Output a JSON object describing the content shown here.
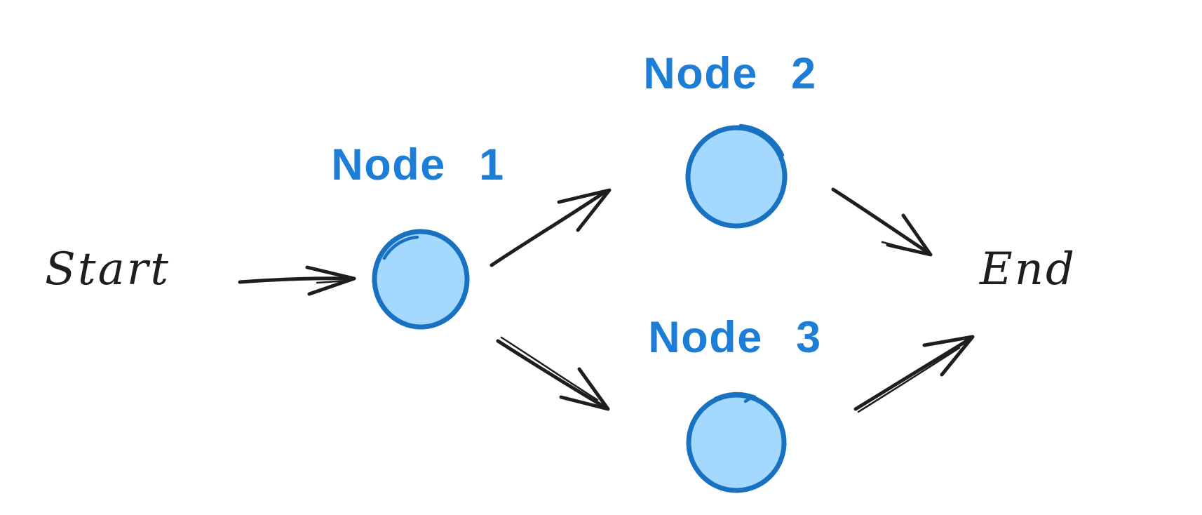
{
  "diagram": {
    "background_color": "#ffffff",
    "colors": {
      "node_stroke": "#1971c2",
      "node_fill": "#a5d8ff",
      "label_text": "#1c7ed6",
      "ink": "#1e1e1e"
    },
    "terminals": {
      "start": {
        "label": "Start"
      },
      "end": {
        "label": "End"
      }
    },
    "nodes": [
      {
        "id": "node-1",
        "label": "Node 1"
      },
      {
        "id": "node-2",
        "label": "Node 2"
      },
      {
        "id": "node-3",
        "label": "Node 3"
      }
    ],
    "edges": [
      {
        "from": "Start",
        "to": "Node 1"
      },
      {
        "from": "Node 1",
        "to": "Node 2"
      },
      {
        "from": "Node 1",
        "to": "Node 3"
      },
      {
        "from": "Node 2",
        "to": "End"
      },
      {
        "from": "Node 3",
        "to": "End"
      }
    ]
  }
}
